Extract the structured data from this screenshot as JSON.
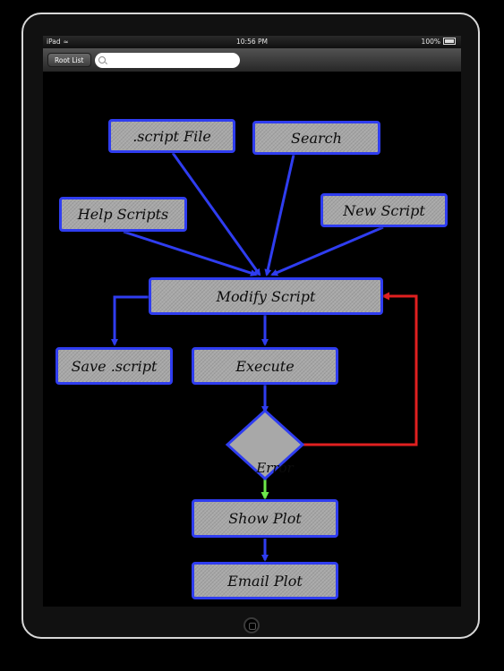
{
  "status_bar": {
    "device": "iPad",
    "time": "10:56 PM",
    "battery": "100%"
  },
  "toolbar": {
    "root_list_label": "Root List",
    "search_placeholder": ""
  },
  "flowchart": {
    "script_file": ".script File",
    "search": "Search",
    "help_scripts": "Help Scripts",
    "new_script": "New Script",
    "modify_script": "Modify Script",
    "save_script": "Save .script",
    "execute": "Execute",
    "error": "Error",
    "show_plot": "Show Plot",
    "email_plot": "Email Plot"
  },
  "colors": {
    "arrow_main": "#2f3df0",
    "arrow_error": "#e02020",
    "arrow_success": "#6de84a",
    "node_fill": "#a8a8a8"
  }
}
